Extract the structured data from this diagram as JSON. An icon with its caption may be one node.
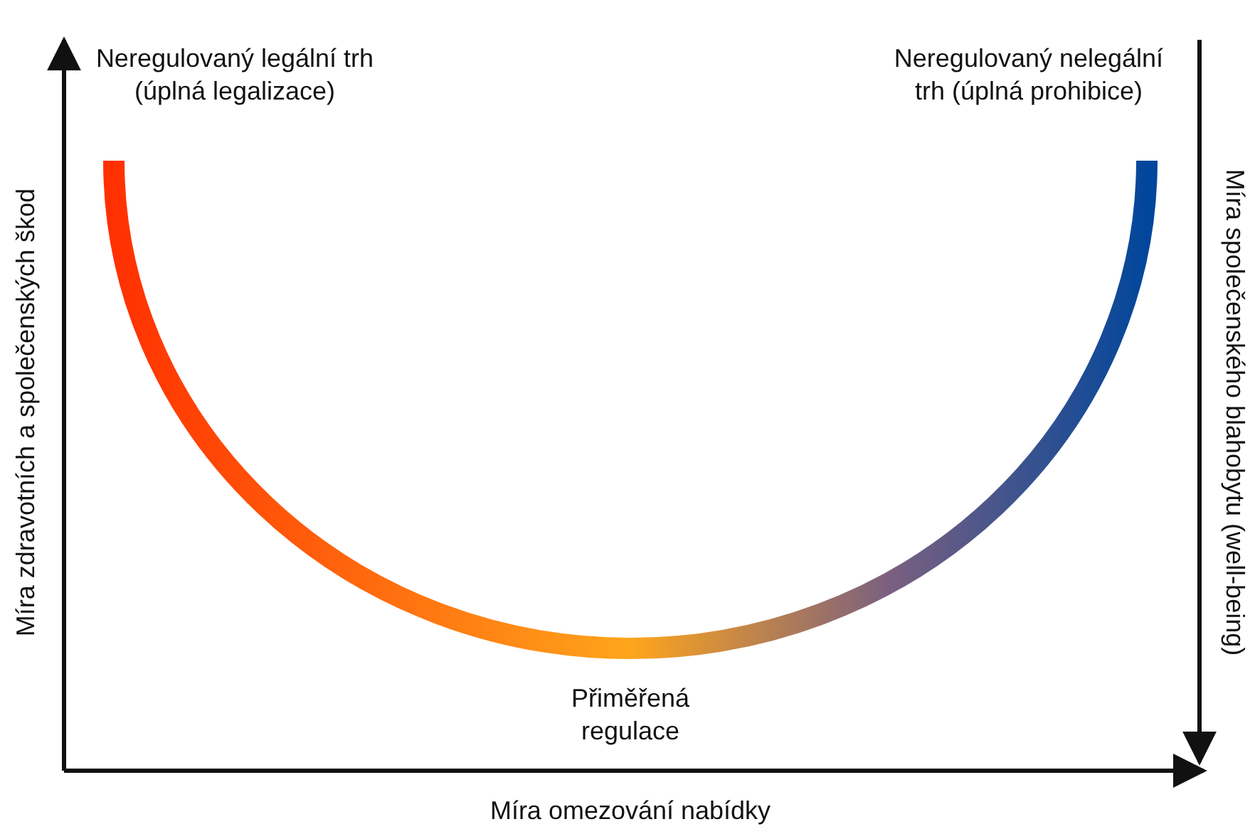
{
  "diagram": {
    "labels": [
      "Neregulovaný legální trh (úplná legalizace)",
      "Neregulovaný nelegální trh (úplná prohibice)",
      "Přiměřená regulace",
      "Míra zdravotních a společenských škod",
      "Míra společenského blahobytu (well-being)",
      "Míra omezování nabídky"
    ]
  }
}
